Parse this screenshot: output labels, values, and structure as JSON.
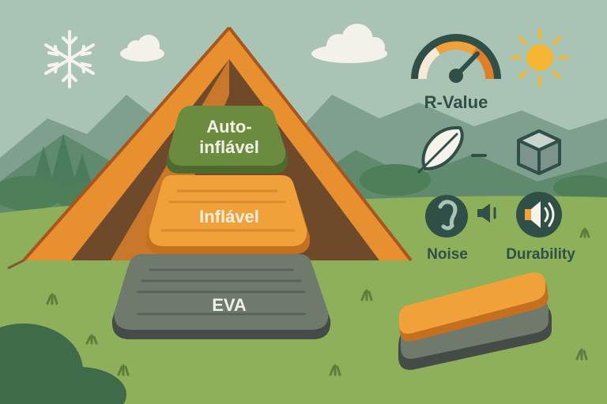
{
  "labels": {
    "pad_top_line1": "Auto-",
    "pad_top_line2": "inflável",
    "pad_middle": "Inflável",
    "pad_bottom": "EVA",
    "r_value": "R-Value",
    "noise": "Noise",
    "durability": "Durability"
  },
  "icons": {
    "cold": "snowflake-icon",
    "warm": "sun-icon",
    "gauge": "gauge-icon",
    "weight": "feather-icon",
    "bulk": "cube-icon",
    "noise": "ear-icon",
    "durability": "speaker-icon"
  },
  "colors": {
    "sky": "#a9c4b4",
    "grass": "#8fb05a",
    "tent_orange": "#e8902f",
    "tent_inner": "#6e4a2a",
    "pad_green": "#6b8c3e",
    "pad_orange": "#f0a13a",
    "pad_gray": "#6f7a6d",
    "dark_teal": "#2f4f47"
  }
}
